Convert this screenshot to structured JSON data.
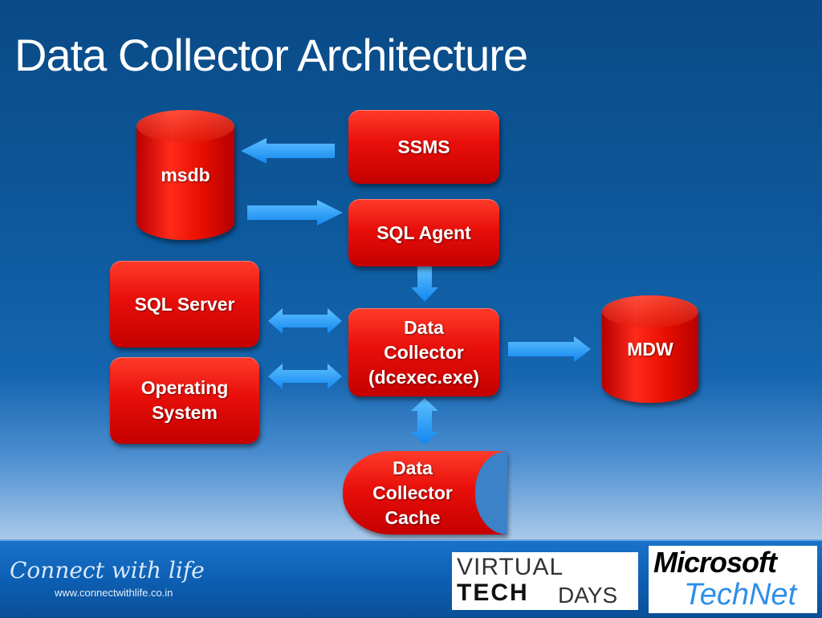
{
  "title": "Data Collector Architecture",
  "nodes": {
    "msdb": "msdb",
    "ssms": "SSMS",
    "sql_agent": "SQL Agent",
    "sql_server": "SQL Server",
    "operating_system": "Operating\nSystem",
    "data_collector": "Data\nCollector\n(dcexec.exe)",
    "mdw": "MDW",
    "cache": "Data\nCollector\nCache"
  },
  "footer": {
    "tagline": "Connect with life",
    "url": "www.connectwithlife.co.in",
    "logo_virtual": "VIRTUAL",
    "logo_tech": "TECH",
    "logo_days": "DAYS",
    "logo_microsoft": "Microsoft",
    "logo_technet": "TechNet"
  },
  "colors": {
    "box_red": "#e80f0a",
    "arrow_blue": "#1a9bff",
    "background_blue": "#0b4f8f"
  }
}
